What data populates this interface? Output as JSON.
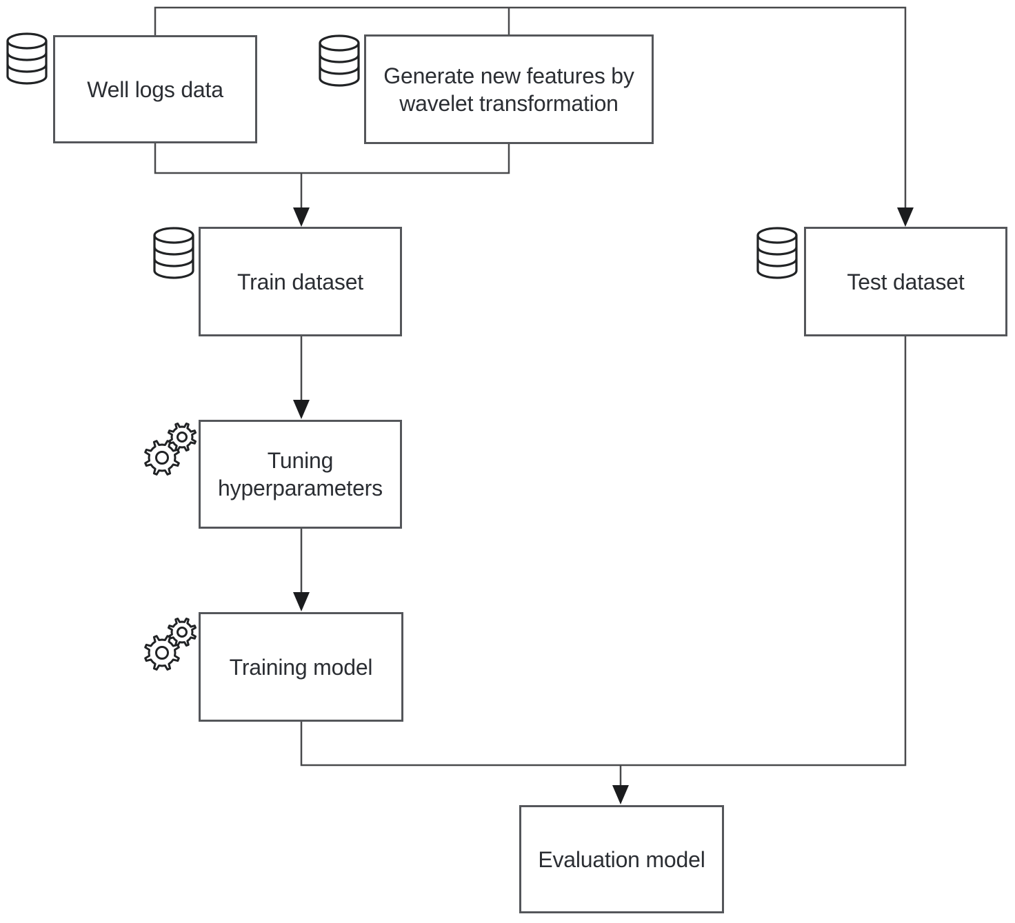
{
  "diagram": {
    "type": "flowchart",
    "colors": {
      "background": "#ffffff",
      "box_border": "#54565a",
      "box_fill": "#ffffff",
      "connector": "#48494b",
      "arrowhead": "#1b1c1e",
      "text": "#2b2e33",
      "icon_stroke": "#212325"
    },
    "nodes": {
      "well_logs": {
        "label": "Well logs data",
        "lines": [
          "Well logs data"
        ],
        "icon": "database-icon"
      },
      "generate_features": {
        "label": "Generate new features by wavelet transformation",
        "lines": [
          "Generate new features by",
          "wavelet transformation"
        ],
        "icon": "database-icon"
      },
      "train_dataset": {
        "label": "Train dataset",
        "lines": [
          "Train dataset"
        ],
        "icon": "database-icon"
      },
      "test_dataset": {
        "label": "Test dataset",
        "lines": [
          "Test dataset"
        ],
        "icon": "database-icon"
      },
      "tuning": {
        "label": "Tuning hyperparameters",
        "lines": [
          "Tuning",
          "hyperparameters"
        ],
        "icon": "gears-icon"
      },
      "training_model": {
        "label": "Training model",
        "lines": [
          "Training model"
        ],
        "icon": "gears-icon"
      },
      "evaluation_model": {
        "label": "Evaluation model",
        "lines": [
          "Evaluation model"
        ],
        "icon": null
      }
    },
    "edges": [
      {
        "from": "well_logs",
        "to": "train_dataset"
      },
      {
        "from": "generate_features",
        "to": "train_dataset"
      },
      {
        "from": "well_logs",
        "to": "test_dataset"
      },
      {
        "from": "generate_features",
        "to": "test_dataset"
      },
      {
        "from": "train_dataset",
        "to": "tuning"
      },
      {
        "from": "tuning",
        "to": "training_model"
      },
      {
        "from": "training_model",
        "to": "evaluation_model"
      },
      {
        "from": "test_dataset",
        "to": "evaluation_model"
      }
    ]
  }
}
